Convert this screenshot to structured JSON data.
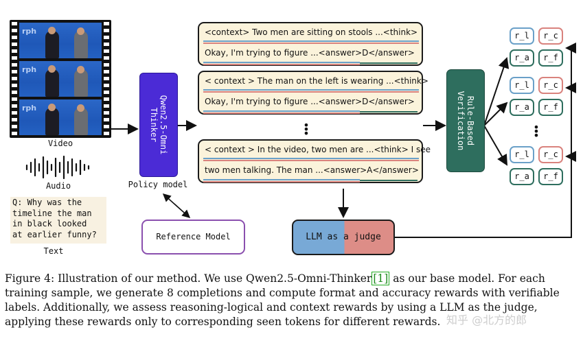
{
  "inputs": {
    "video_label": "Video",
    "audio_label": "Audio",
    "text_label": "Text",
    "question": [
      "Q: Why was the",
      "timeline the man",
      "in black looked",
      "at earlier funny?"
    ]
  },
  "policy": {
    "box_lines": [
      "Qwen2.5-Omni",
      "Thinker"
    ],
    "label": "Policy model"
  },
  "reference_model": "Reference Model",
  "responses": [
    {
      "line1": "<context> Two men are sitting on stools ...<think>",
      "line2": "Okay, I'm trying to figure ...<answer>D</answer>"
    },
    {
      "line1": "< context > The man on the left is wearing ...<think>",
      "line2": "Okay, I'm trying to figure ...<answer>D</answer>"
    },
    {
      "line1": "< context > In the video, two men are  ...<think> I see",
      "line2": "two men talking. The man ...<answer>A</answer>"
    }
  ],
  "verification": {
    "box_lines": [
      "Rule-Based",
      "Verification"
    ]
  },
  "judge": {
    "label": "LLM as a judge"
  },
  "rewards": {
    "r_l": "r_l",
    "r_c": "r_c",
    "r_a": "r_a",
    "r_f": "r_f"
  },
  "caption": {
    "prefix": "Figure 4: Illustration of our method. We use Qwen2.5-Omni-Thinker",
    "cite": "[1]",
    "rest": " as our base model. For each training sample, we generate 8 completions and compute format and accuracy rewards with verifiable labels. Additionally, we assess reasoning-logical and context rewards by using a LLM as the judge, applying these rewards only to corresponding seen tokens for different rewards."
  },
  "watermark": "知乎 @北方的郎",
  "colors": {
    "policy": "#4b2bd6",
    "verification": "#2e6e5e",
    "judge_left": "#78a9d6",
    "judge_right": "#dd8d87",
    "response_bg": "#fbf3db",
    "reference_border": "#8a4fae",
    "underline_blue": "#6aa0c8",
    "underline_red": "#d9827d",
    "underline_green": "#2e6e5e"
  }
}
